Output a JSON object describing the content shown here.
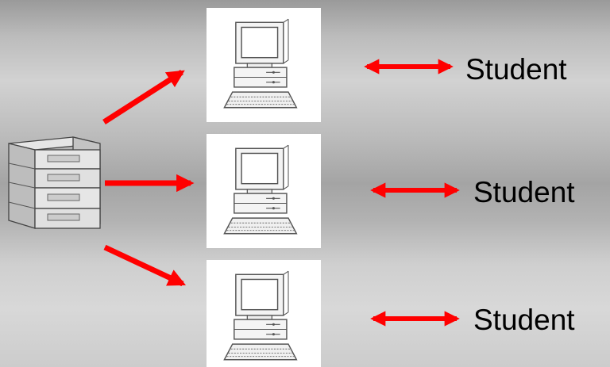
{
  "student_labels": [
    "Student",
    "Student",
    "Student"
  ],
  "colors": {
    "arrow": "#ff0000",
    "computer_panel": "#ffffff",
    "device_outline": "#5a5a5a"
  },
  "icons": [
    "server-rack-icon",
    "computer-icon",
    "computer-icon",
    "computer-icon"
  ]
}
